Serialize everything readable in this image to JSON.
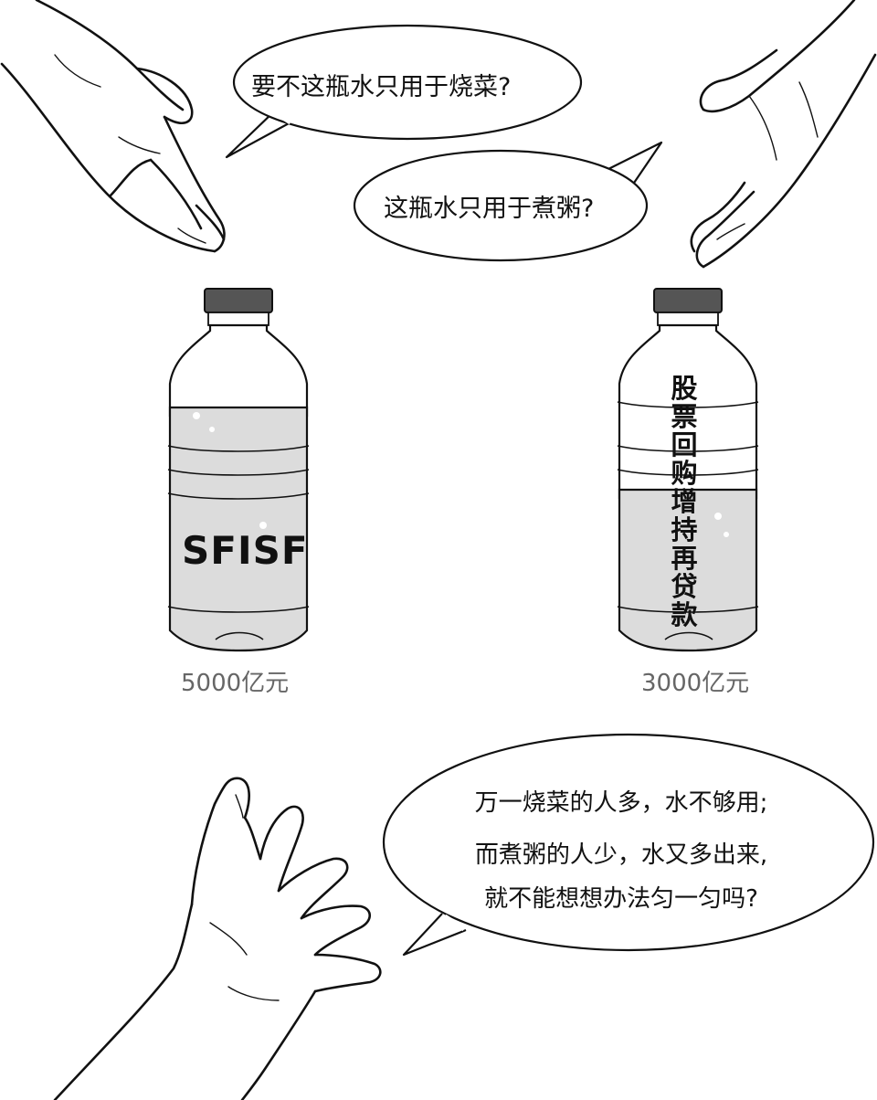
{
  "speech": {
    "top_left": "要不这瓶水只用于烧菜?",
    "top_right": "这瓶水只用于煮粥?",
    "bottom_lines": [
      "万一烧菜的人多，水不够用;",
      "而煮粥的人少，水又多出来,",
      "就不能想想办法匀一匀吗?"
    ]
  },
  "bottles": {
    "left": {
      "label": "SFISF",
      "amount": "5000亿元"
    },
    "right": {
      "label_chars": [
        "股",
        "票",
        "回",
        "购",
        "增",
        "持",
        "再",
        "贷",
        "款"
      ],
      "amount": "3000亿元"
    }
  },
  "colors": {
    "ink": "#111111",
    "water": "#dcdcdc",
    "cap": "#555555",
    "amount_text": "#666666"
  }
}
